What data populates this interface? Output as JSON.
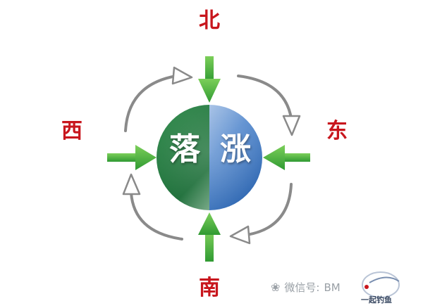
{
  "directions": {
    "north": "北",
    "south": "南",
    "west": "西",
    "east": "东"
  },
  "globe": {
    "left_text": "落",
    "right_text": "涨"
  },
  "watermark": {
    "prefix": "微信号:",
    "account": "BM",
    "logo_text": "一起钓鱼"
  },
  "colors": {
    "label_red": "#c8161d",
    "arrow_green": "#3aa935",
    "globe_green": "#1e7a3c",
    "globe_blue": "#2f6fb8",
    "cycle_arrow_gray": "#8a8a8a"
  }
}
